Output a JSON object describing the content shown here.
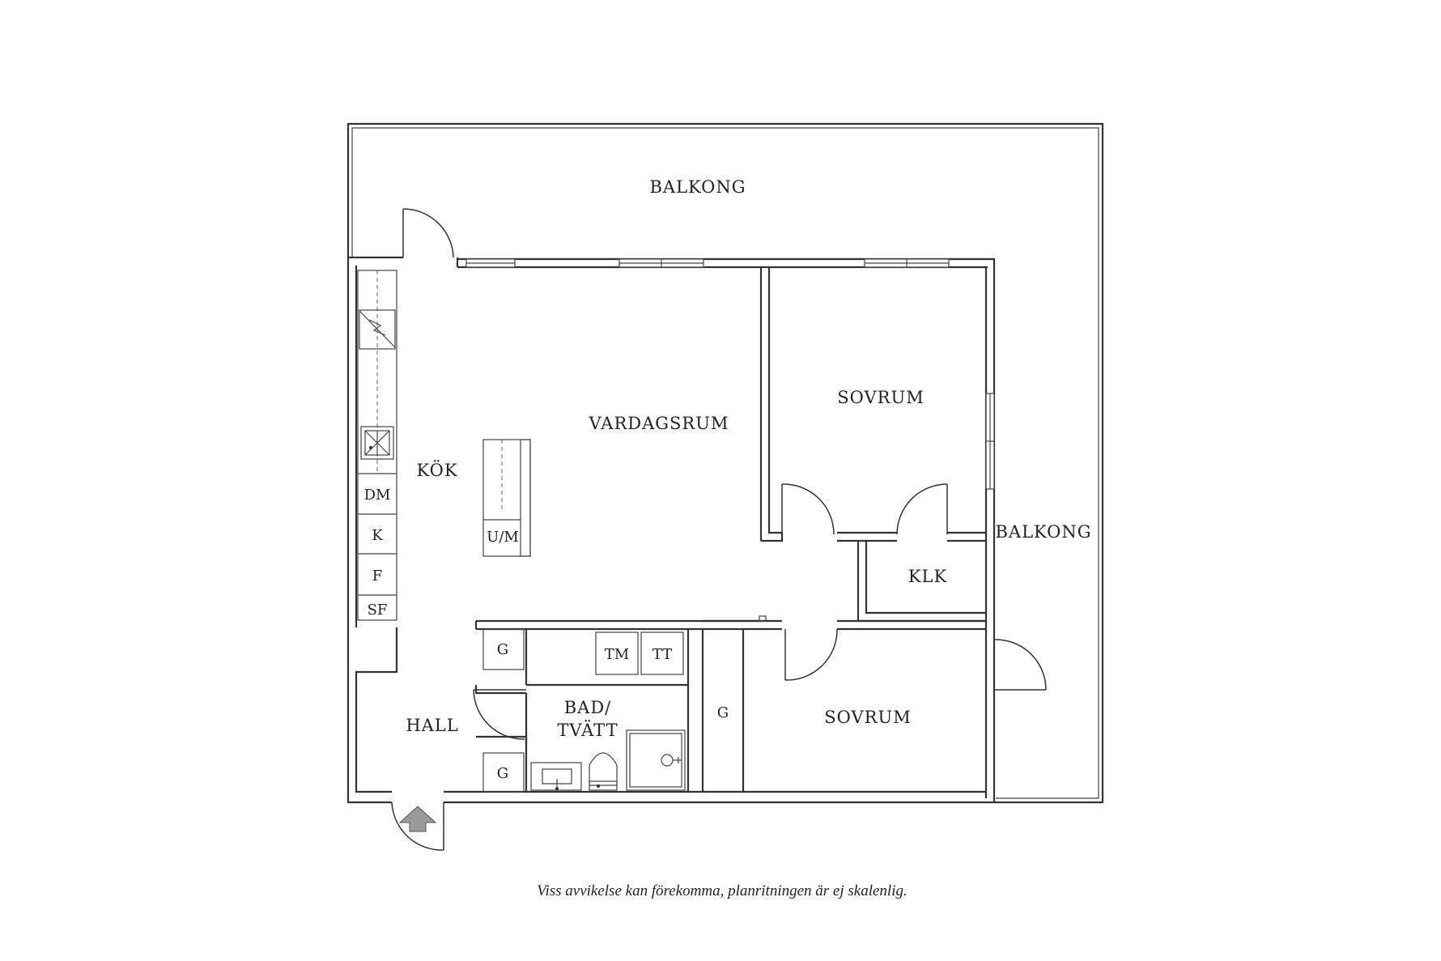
{
  "rooms": {
    "balkong_top": "BALKONG",
    "balkong_right": "BALKONG",
    "vardagsrum": "VARDAGSRUM",
    "kok": "KÖK",
    "sovrum_top": "SOVRUM",
    "sovrum_bottom": "SOVRUM",
    "klk": "KLK",
    "hall": "HALL",
    "bad_line1": "BAD/",
    "bad_line2": "TVÄTT"
  },
  "fixtures": {
    "dm": "DM",
    "k": "K",
    "f": "F",
    "sf": "SF",
    "um": "U/M",
    "g_upper": "G",
    "g_lower": "G",
    "g_bedroom": "G",
    "tm": "TM",
    "tt": "TT"
  },
  "caption": "Viss avvikelse kan förekomma, planritningen är ej skalenlig.",
  "colors": {
    "line": "#333333",
    "background": "#ffffff",
    "entrance_arrow": "#9a9a9a"
  },
  "icons": [
    "entrance-arrow-icon",
    "stove-icon",
    "sink-icon",
    "toilet-icon",
    "shower-icon",
    "washbasin-icon"
  ]
}
